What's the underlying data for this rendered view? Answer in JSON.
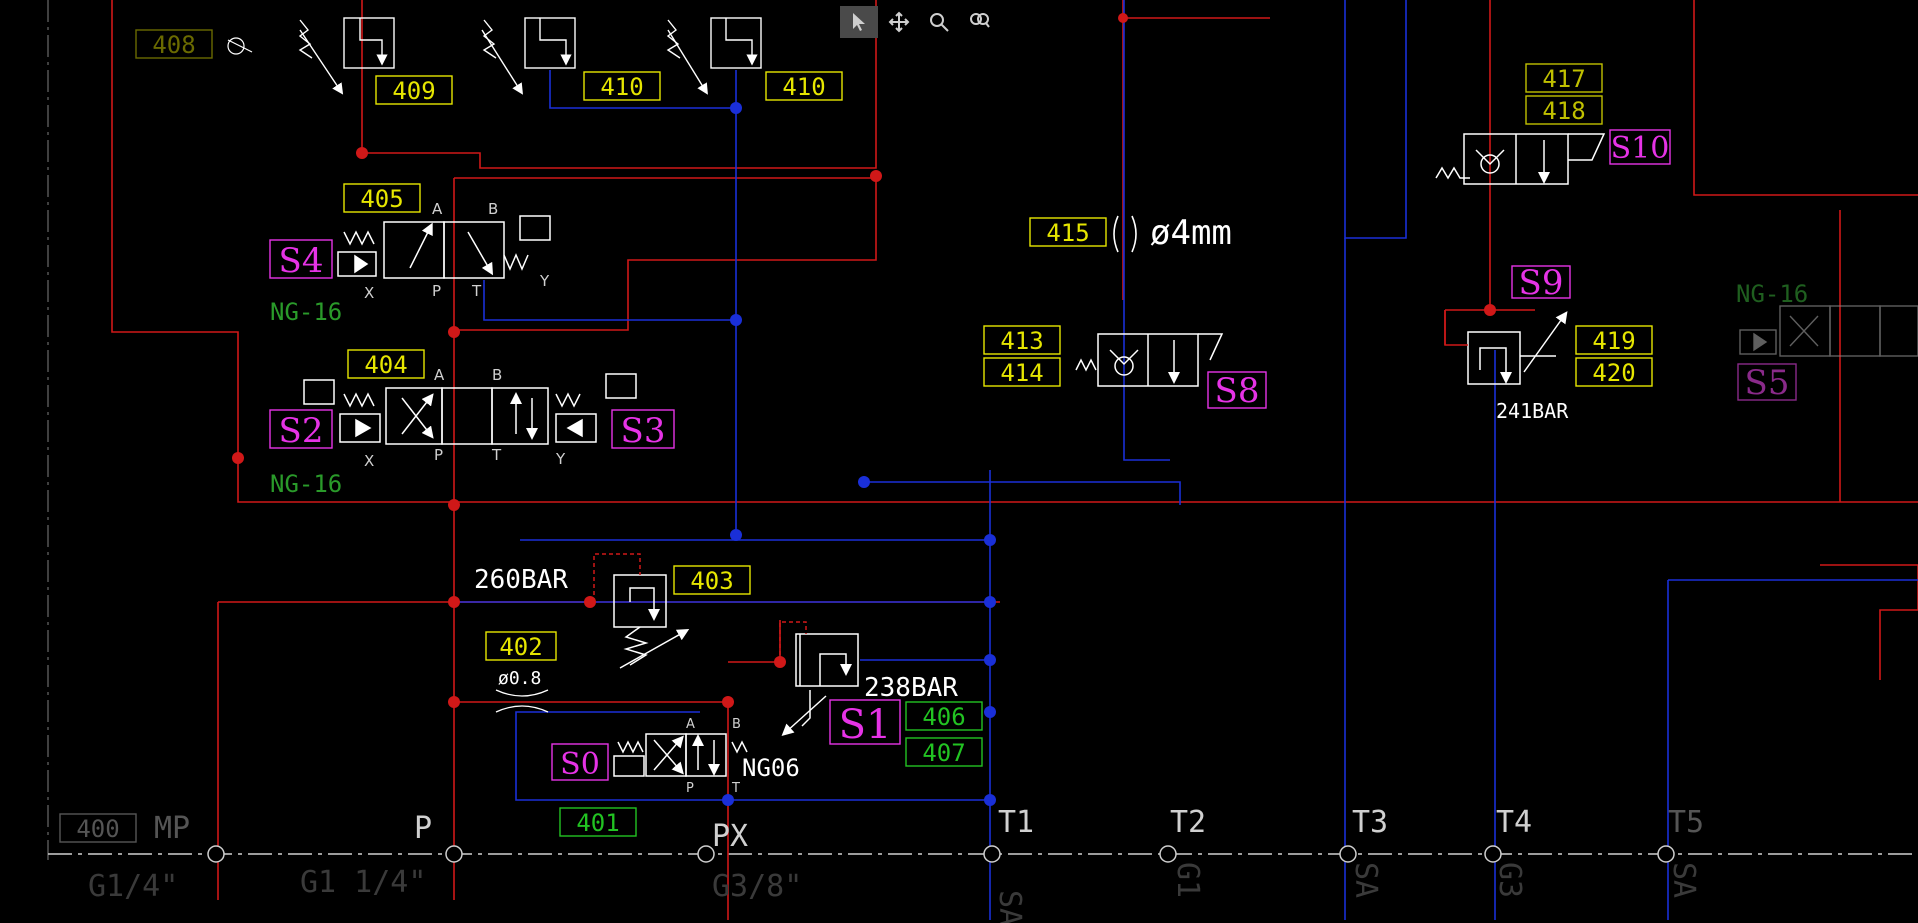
{
  "toolbar": {
    "tools": [
      {
        "name": "select-tool",
        "icon": "cursor-arrow-icon",
        "active": true
      },
      {
        "name": "pan-tool",
        "icon": "move-cross-icon",
        "active": false
      },
      {
        "name": "zoom-realtime-tool",
        "icon": "zoom-realtime-icon",
        "active": false
      },
      {
        "name": "zoom-window-tool",
        "icon": "zoom-window-icon",
        "active": false
      }
    ]
  },
  "colors": {
    "background": "#000000",
    "pressure_line": "#d01818",
    "tank_line": "#1a2fd8",
    "symbol": "#ffffff",
    "tag_yellow": "#e6e600",
    "tag_green": "#22c322",
    "solenoid_magenta": "#e633e6",
    "label_green": "#2a9a2a",
    "port_label": "#d0d0d0"
  },
  "tags": {
    "t400": "400",
    "t401": "401",
    "t402": "402",
    "t403": "403",
    "t404": "404",
    "t405": "405",
    "t406": "406",
    "t407": "407",
    "t408": "408",
    "t409": "409",
    "t410a": "410",
    "t410b": "410",
    "t413": "413",
    "t414": "414",
    "t415": "415",
    "t417": "417",
    "t418": "418",
    "t419": "419",
    "t420": "420"
  },
  "solenoids": {
    "s0": "S0",
    "s1": "S1",
    "s2": "S2",
    "s3": "S3",
    "s4": "S4",
    "s5": "S5",
    "s8": "S8",
    "s9": "S9",
    "s10": "S10"
  },
  "valve_labels": {
    "ng16_a": "NG-16",
    "ng16_b": "NG-16",
    "ng16_c": "NG-16",
    "ng06": "NG06"
  },
  "annotations": {
    "relief_403": "260BAR",
    "relief_406": "238BAR",
    "relief_419": "241BAR",
    "orifice_402": "ø0.8",
    "orifice_415": "ø4mm"
  },
  "port_letters": {
    "a": "A",
    "b": "B",
    "p": "P",
    "t": "T",
    "x": "X",
    "y": "Y"
  },
  "ports": [
    {
      "id": "mp",
      "label": "MP",
      "thread": "G1/4\""
    },
    {
      "id": "p",
      "label": "P",
      "thread": "G1 1/4\""
    },
    {
      "id": "px",
      "label": "PX",
      "thread": "G3/8\""
    },
    {
      "id": "t1",
      "label": "T1",
      "thread": "SA"
    },
    {
      "id": "t2",
      "label": "T2",
      "thread": "G1"
    },
    {
      "id": "t3",
      "label": "T3",
      "thread": "SA"
    },
    {
      "id": "t4",
      "label": "T4",
      "thread": "G3"
    },
    {
      "id": "t5",
      "label": "T5",
      "thread": "SA"
    }
  ]
}
